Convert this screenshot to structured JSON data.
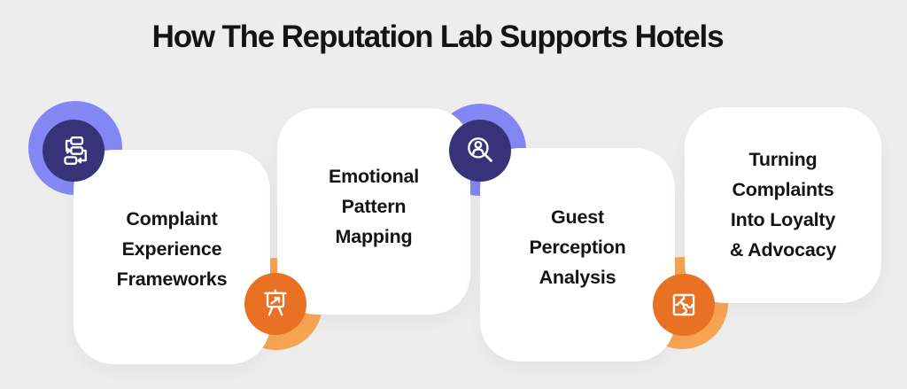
{
  "title": "How The Reputation Lab Supports Hotels",
  "colors": {
    "background": "#ededed",
    "card": "#ffffff",
    "text": "#141414",
    "purple_ring": "#8487f3",
    "purple_disc": "#373379",
    "orange_ring": "#f7a452",
    "orange_disc": "#e97123",
    "icon_stroke": "#ffffff"
  },
  "cards": [
    {
      "title_lines": [
        "Complaint",
        "Experience",
        "Frameworks"
      ],
      "badge": {
        "icon": "flowchart-icon",
        "color": "purple",
        "position": "top-left"
      }
    },
    {
      "title_lines": [
        "Emotional",
        "Pattern",
        "Mapping"
      ],
      "badge": {
        "icon": "presentation-board-icon",
        "color": "orange",
        "position": "bottom-left"
      }
    },
    {
      "title_lines": [
        "Guest",
        "Perception",
        "Analysis"
      ],
      "badge": {
        "icon": "person-search-icon",
        "color": "purple",
        "position": "top-left"
      }
    },
    {
      "title_lines": [
        "Turning",
        "Complaints",
        "Into Loyalty",
        "& Advocacy"
      ],
      "badge": {
        "icon": "puzzle-icon",
        "color": "orange",
        "position": "bottom-left"
      }
    }
  ]
}
